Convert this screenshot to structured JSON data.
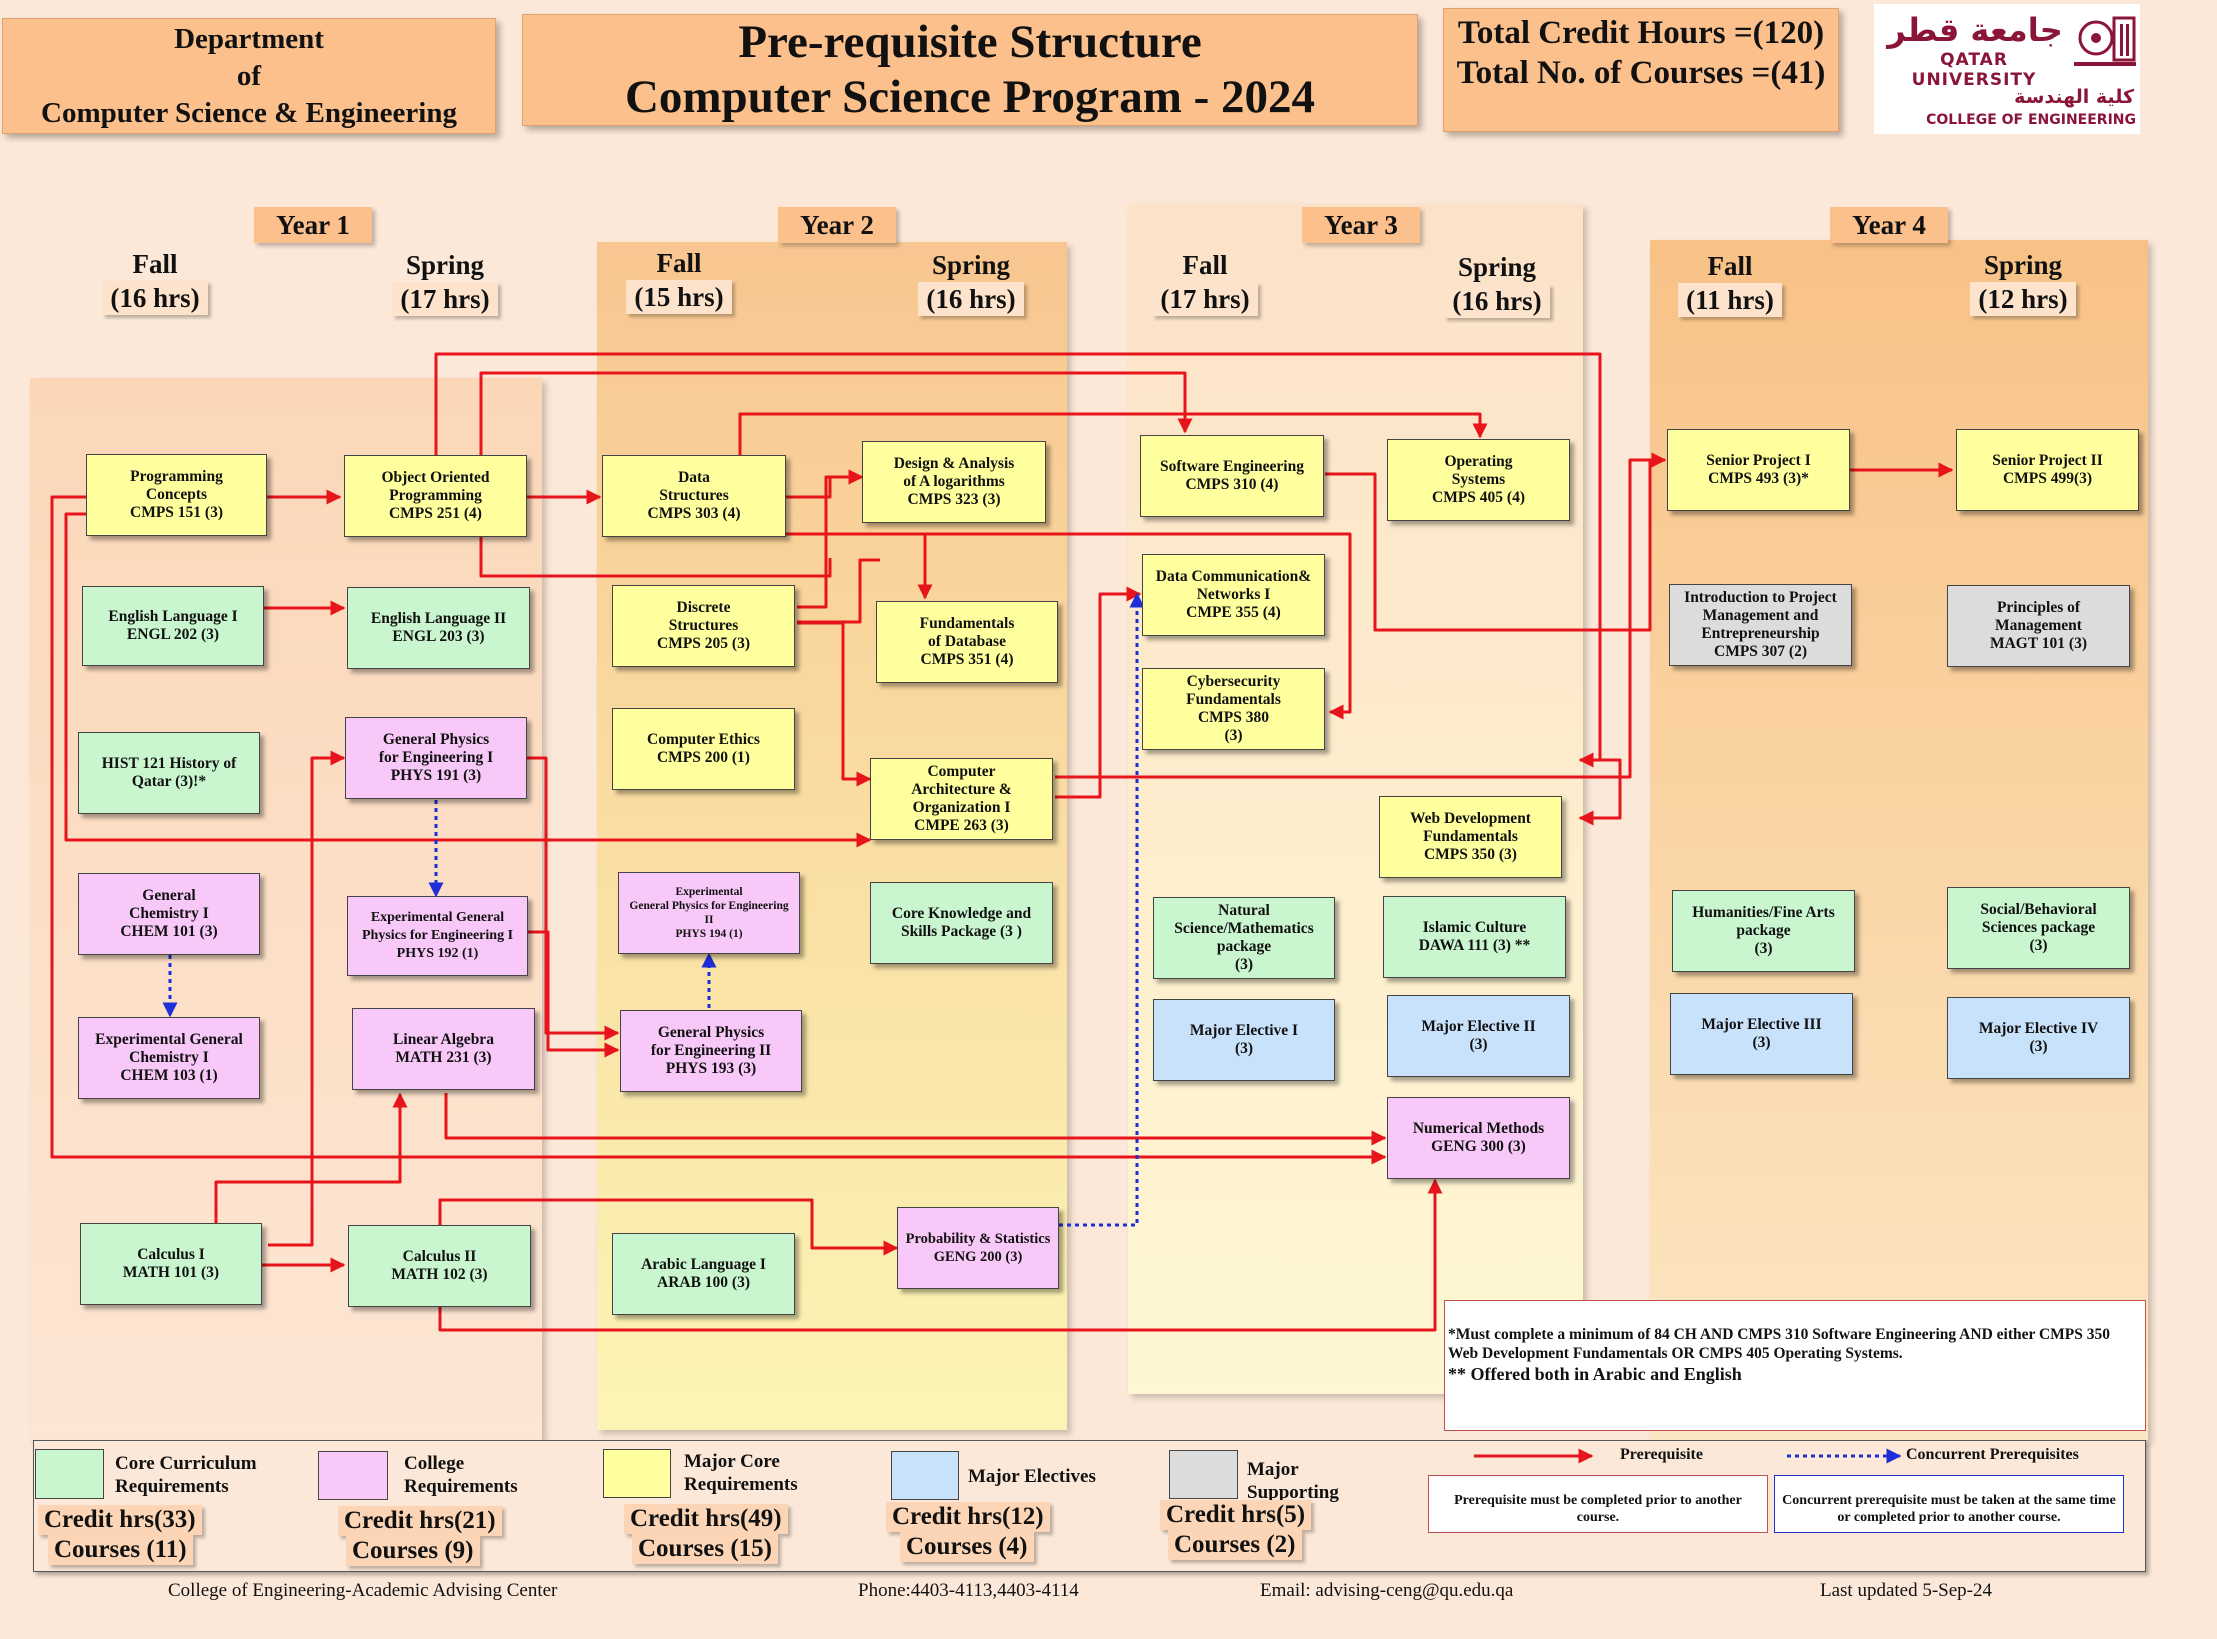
{
  "header": {
    "department": [
      "Department",
      "of",
      "Computer Science & Engineering"
    ],
    "title": [
      "Pre-requisite Structure",
      "Computer Science Program - 2024"
    ],
    "totals": [
      "Total Credit Hours =(120)",
      "Total No. of Courses =(41)"
    ],
    "logo": {
      "arabic_name": "جامعة قطر",
      "english_name": "QATAR UNIVERSITY",
      "college_arabic": "كلية الهندسة",
      "college_english": "COLLEGE OF ENGINEERING"
    }
  },
  "years": [
    {
      "label": "Year 1",
      "fall": {
        "name": "Fall",
        "hrs": "(16 hrs)"
      },
      "spring": {
        "name": "Spring",
        "hrs": "(17 hrs)"
      }
    },
    {
      "label": "Year 2",
      "fall": {
        "name": "Fall",
        "hrs": "(15 hrs)"
      },
      "spring": {
        "name": "Spring",
        "hrs": "(16 hrs)"
      }
    },
    {
      "label": "Year 3",
      "fall": {
        "name": "Fall",
        "hrs": "(17 hrs)"
      },
      "spring": {
        "name": "Spring",
        "hrs": "(16 hrs)"
      }
    },
    {
      "label": "Year 4",
      "fall": {
        "name": "Fall",
        "hrs": "(11 hrs)"
      },
      "spring": {
        "name": "Spring",
        "hrs": "(12 hrs)"
      }
    }
  ],
  "courses": {
    "cmps151": {
      "text": "Programming\nConcepts\nCMPS 151 (3)",
      "type": "major"
    },
    "engl202": {
      "text": "English Language I\nENGL 202 (3)",
      "type": "core"
    },
    "hist121": {
      "text": "HIST 121 History of\nQatar (3)!*",
      "type": "core"
    },
    "chem101": {
      "text": "General\nChemistry I\nCHEM 101 (3)",
      "type": "coll"
    },
    "chem103": {
      "text": "Experimental General\nChemistry I\nCHEM 103 (1)",
      "type": "coll"
    },
    "math101": {
      "text": "Calculus I\nMATH 101 (3)",
      "type": "core"
    },
    "cmps251": {
      "text": "Object Oriented\nProgramming\nCMPS 251 (4)",
      "type": "major"
    },
    "engl203": {
      "text": "English Language II\nENGL 203 (3)",
      "type": "core"
    },
    "phys191": {
      "text": "General Physics\nfor Engineering I\nPHYS 191 (3)",
      "type": "coll"
    },
    "phys192": {
      "text": "Experimental General\nPhysics for Engineering I\nPHYS 192 (1)",
      "type": "coll"
    },
    "math231": {
      "text": "Linear Algebra\nMATH 231 (3)",
      "type": "coll"
    },
    "math102": {
      "text": "Calculus II\nMATH 102 (3)",
      "type": "core"
    },
    "cmps303": {
      "text": "Data\nStructures\nCMPS 303 (4)",
      "type": "major"
    },
    "cmps205": {
      "text": "Discrete\nStructures\nCMPS 205 (3)",
      "type": "major"
    },
    "cmps200": {
      "text": "Computer Ethics\nCMPS 200 (1)",
      "type": "major"
    },
    "phys194": {
      "text": "Experimental\nGeneral Physics for Engineering\nII\nPHYS 194 (1)",
      "type": "coll"
    },
    "phys193": {
      "text": "General Physics\nfor Engineering II\nPHYS 193 (3)",
      "type": "coll"
    },
    "arab100": {
      "text": "Arabic Language I\nARAB 100 (3)",
      "type": "core"
    },
    "cmps323": {
      "text": "Design & Analysis\nof A logarithms\nCMPS 323 (3)",
      "type": "major"
    },
    "cmps351": {
      "text": "Fundamentals\nof Database\nCMPS 351 (4)",
      "type": "major"
    },
    "cmpe263": {
      "text": "Computer\nArchitecture &\nOrganization I\nCMPE 263 (3)",
      "type": "major"
    },
    "coreknow": {
      "text": "Core Knowledge and\nSkills Package (3 )",
      "type": "core"
    },
    "geng200": {
      "text": "Probability & Statistics\nGENG 200 (3)",
      "type": "coll"
    },
    "cmps310": {
      "text": "Software Engineering\nCMPS 310 (4)",
      "type": "major"
    },
    "cmpe355": {
      "text": "Data Communication&\nNetworks I\nCMPE 355 (4)",
      "type": "major"
    },
    "cmps380": {
      "text": "Cybersecurity\nFundamentals\nCMPS 380\n(3)",
      "type": "major"
    },
    "natsci": {
      "text": "Natural\nScience/Mathematics\npackage\n(3)",
      "type": "core"
    },
    "elec1": {
      "text": "Major Elective  I\n(3)",
      "type": "elec"
    },
    "cmps405": {
      "text": "Operating\nSystems\nCMPS 405 (4)",
      "type": "major"
    },
    "cmps350": {
      "text": "Web Development\nFundamentals\nCMPS 350 (3)",
      "type": "major"
    },
    "dawa111": {
      "text": "Islamic Culture\nDAWA 111 (3) **",
      "type": "core"
    },
    "elec2": {
      "text": "Major Elective  II\n(3)",
      "type": "elec"
    },
    "geng300": {
      "text": "Numerical Methods\nGENG 300 (3)",
      "type": "coll"
    },
    "cmps493": {
      "text": "Senior Project I\nCMPS 493 (3)*",
      "type": "major"
    },
    "cmps307": {
      "text": "Introduction to Project\nManagement and\nEntrepreneurship\nCMPS 307 (2)",
      "type": "supp"
    },
    "humfa": {
      "text": "Humanities/Fine Arts\npackage\n(3)",
      "type": "core"
    },
    "elec3": {
      "text": "Major Elective  III\n(3)",
      "type": "elec"
    },
    "cmps499": {
      "text": "Senior Project II\nCMPS 499(3)",
      "type": "major"
    },
    "magt101": {
      "text": "Principles of\nManagement\nMAGT 101 (3)",
      "type": "supp"
    },
    "socbeh": {
      "text": "Social/Behavioral\nSciences package\n(3)",
      "type": "core"
    },
    "elec4": {
      "text": "Major Elective  IV\n(3)",
      "type": "elec"
    }
  },
  "note": {
    "line1": "*Must complete a minimum of 84 CH AND CMPS 310 Software Engineering AND either CMPS 350 Web Development Fundamentals OR CMPS 405 Operating Systems.",
    "line2": "** Offered both in Arabic and English"
  },
  "legend": {
    "categories": [
      {
        "label": "Core Curriculum\nRequirements",
        "color": "#C9F5CF",
        "credit": "Credit hrs(33)",
        "courses": "Courses (11)"
      },
      {
        "label": "College\nRequirements",
        "color": "#F8C8F8",
        "credit": "Credit hrs(21)",
        "courses": "Courses (9)"
      },
      {
        "label": "Major Core\nRequirements",
        "color": "#FFFF9E",
        "credit": "Credit hrs(49)",
        "courses": "Courses (15)"
      },
      {
        "label": "Major Electives",
        "color": "#C9E2FB",
        "credit": "Credit hrs(12)",
        "courses": "Courses (4)"
      },
      {
        "label": "Major\nSupporting",
        "color": "#DCDCDC",
        "credit": "Credit hrs(5)",
        "courses": "Courses (2)"
      }
    ],
    "prereq_label": "Prerequisite",
    "concurrent_label": "Concurrent Prerequisites",
    "prereq_desc": "Prerequisite must be completed prior to another course.",
    "concurrent_desc": "Concurrent prerequisite must be taken at the same time or completed prior to another course.",
    "prereq_color": "#E8141B",
    "concurrent_color": "#1F2FD8"
  },
  "footer": {
    "center": "College of Engineering-Academic Advising Center",
    "phone": "Phone:4403-4113,4403-4114",
    "email": "Email: advising-ceng@qu.edu.qa",
    "updated": "Last updated 5-Sep-24"
  }
}
